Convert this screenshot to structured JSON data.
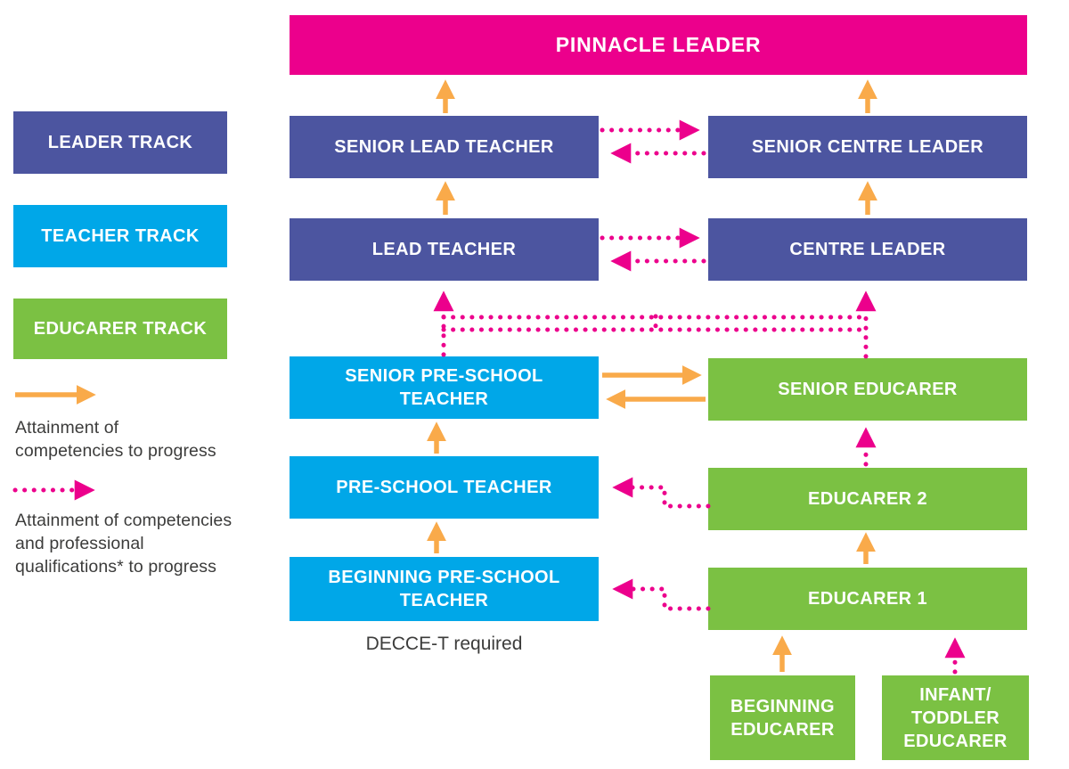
{
  "colors": {
    "magenta": "#EC008C",
    "purple": "#4C55A0",
    "blue": "#00A7E8",
    "green": "#7BC143",
    "orange": "#F9AA4A",
    "text": "#3C3C3B"
  },
  "legend": {
    "tracks": [
      {
        "label": "LEADER TRACK"
      },
      {
        "label": "TEACHER TRACK"
      },
      {
        "label": "EDUCARER TRACK"
      }
    ],
    "solid_arrow_caption": "Attainment of\ncompetencies to progress",
    "dotted_arrow_caption": "Attainment of competencies\nand professional\nqualifications* to progress"
  },
  "nodes": {
    "pinnacle_leader": "PINNACLE LEADER",
    "senior_lead_teacher": "SENIOR LEAD TEACHER",
    "senior_centre_leader": "SENIOR CENTRE LEADER",
    "lead_teacher": "LEAD TEACHER",
    "centre_leader": "CENTRE LEADER",
    "senior_preschool_teacher": "SENIOR PRE-SCHOOL\nTEACHER",
    "senior_educarer": "SENIOR EDUCARER",
    "preschool_teacher": "PRE-SCHOOL TEACHER",
    "educarer_2": "EDUCARER 2",
    "beginning_preschool_teacher": "BEGINNING PRE-SCHOOL\nTEACHER",
    "educarer_1": "EDUCARER 1",
    "beginning_educarer": "BEGINNING\nEDUCARER",
    "infant_toddler_educarer": "INFANT/\nTODDLER\nEDUCARER"
  },
  "note": "DECCE-T required"
}
